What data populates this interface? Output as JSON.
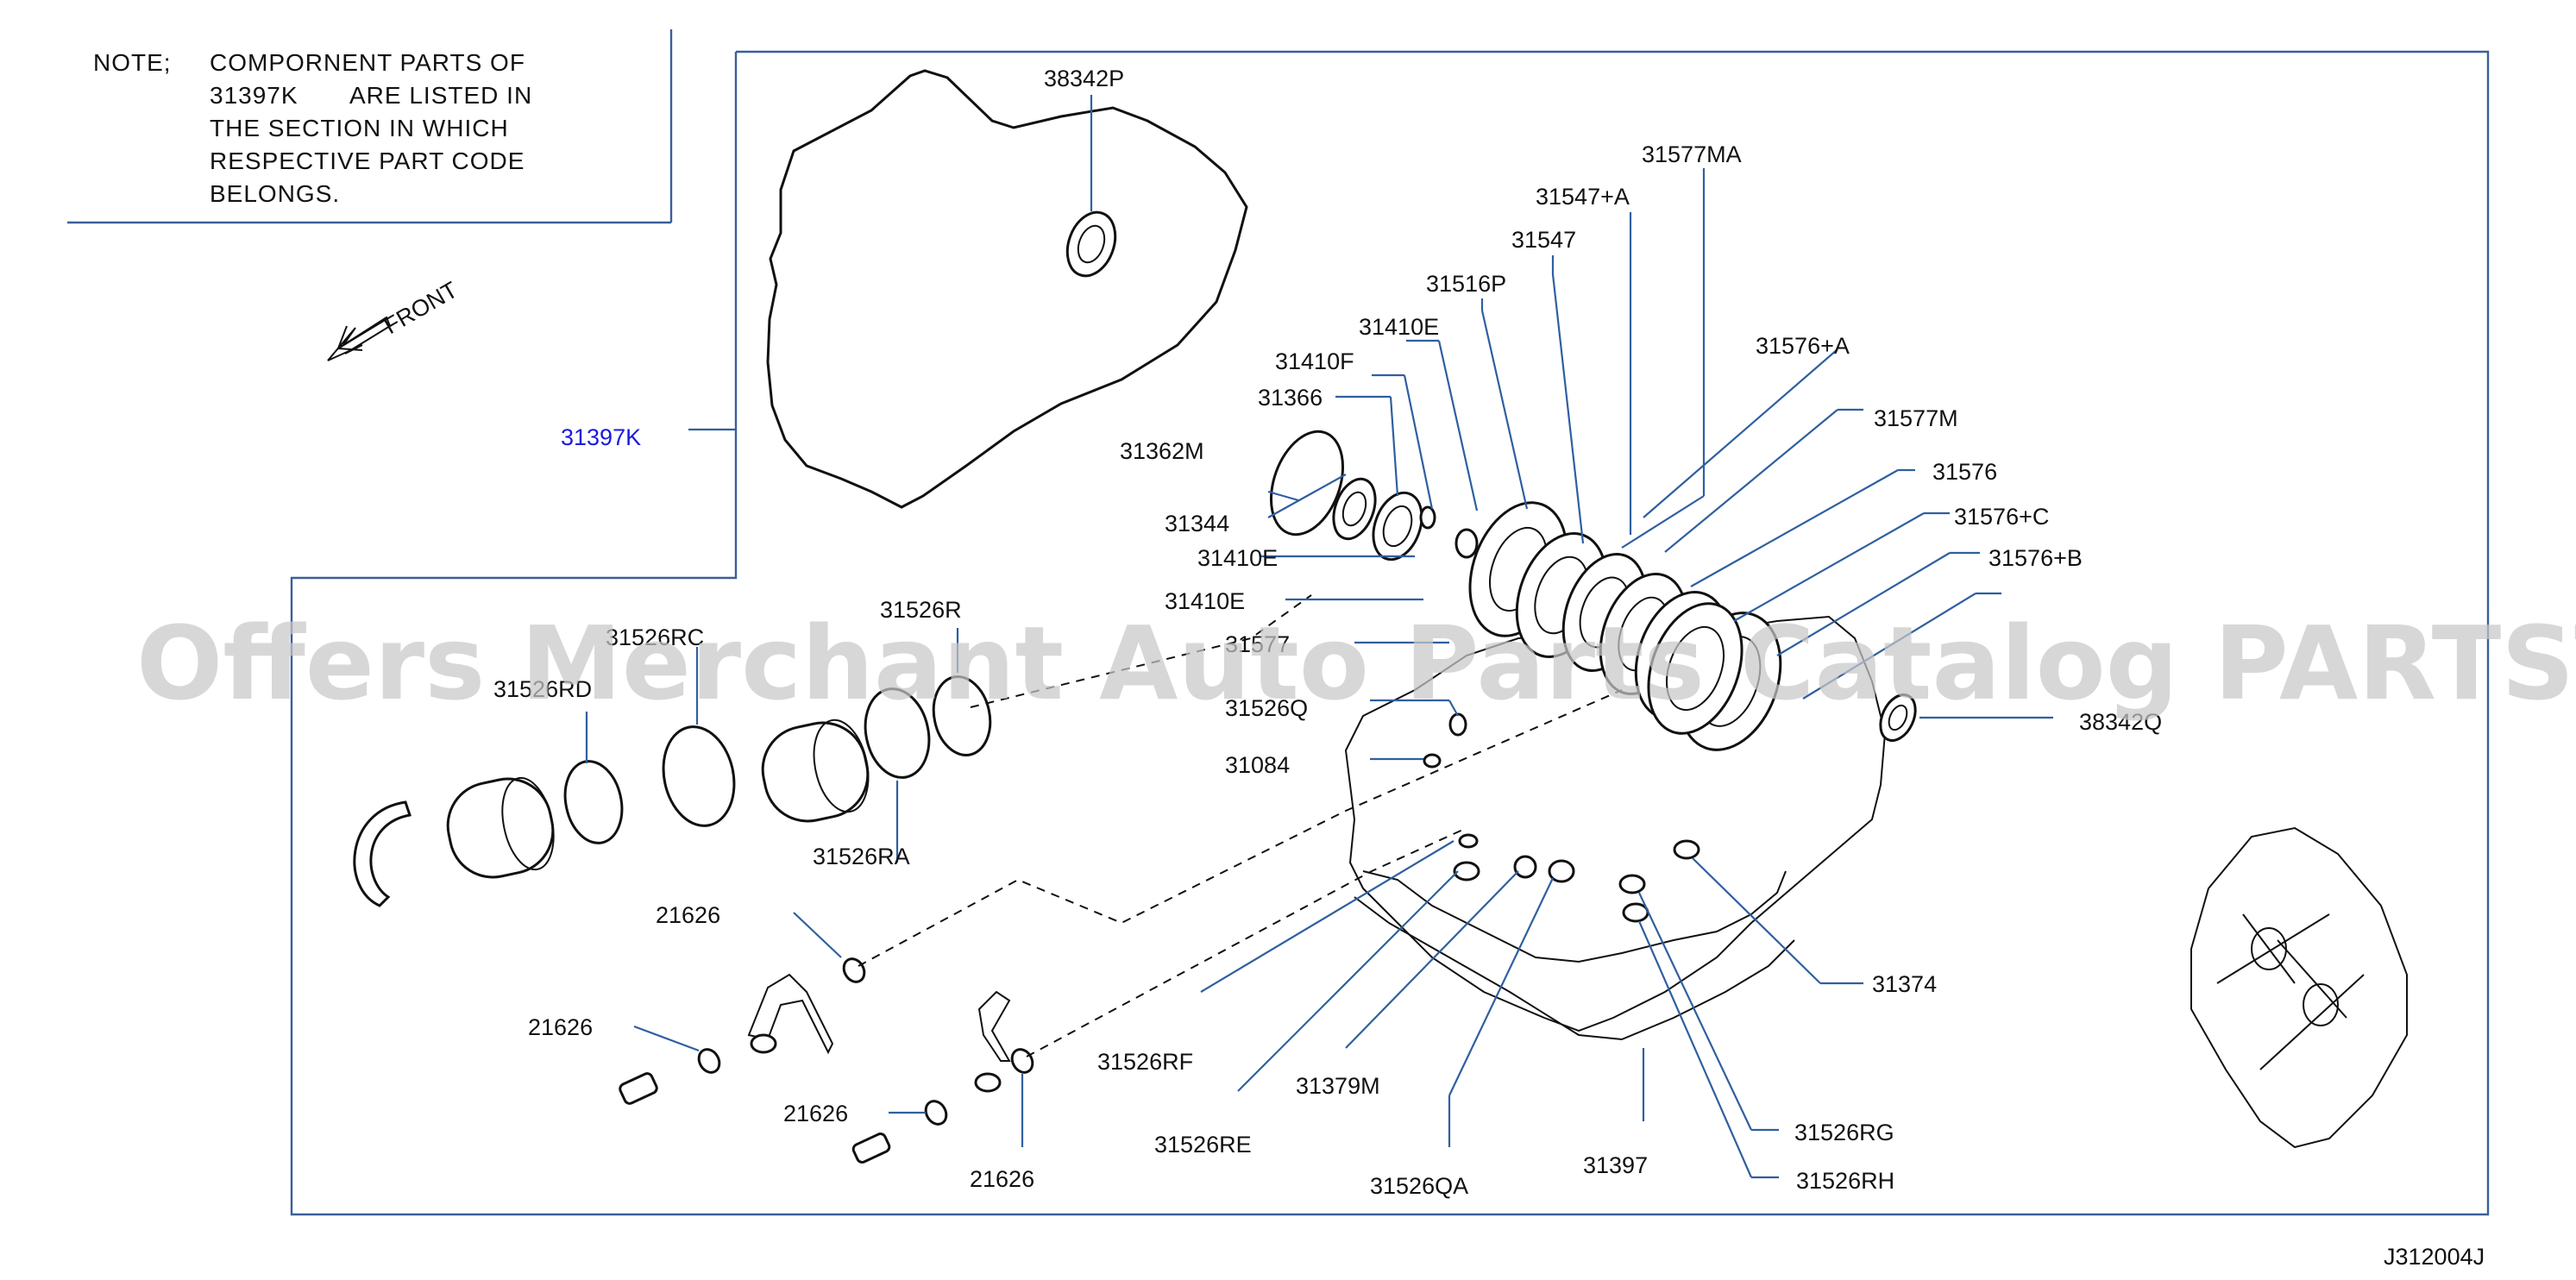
{
  "note": {
    "prefix": "NOTE;",
    "lines": [
      "COMPORNENT PARTS OF",
      "31397K",
      "ARE LISTED IN",
      "THE SECTION IN WHICH",
      "RESPECTIVE PART CODE",
      "BELONGS."
    ]
  },
  "front_label": "FRONT",
  "parts": {
    "p38342P": "38342P",
    "p31397K": "31397K",
    "p31577MA": "31577MA",
    "p31547A": "31547+A",
    "p31547": "31547",
    "p31516P": "31516P",
    "p31410E_1": "31410E",
    "p31410F": "31410F",
    "p31366": "31366",
    "p31362M": "31362M",
    "p31344": "31344",
    "p31410E_2": "31410E",
    "p31410E_3": "31410E",
    "p31576A": "31576+A",
    "p31577M": "31577M",
    "p31576": "31576",
    "p31576C": "31576+C",
    "p31576B": "31576+B",
    "p38342Q": "38342Q",
    "p31526RC": "31526RC",
    "p31526RD": "31526RD",
    "p31526R": "31526R",
    "p31526RA": "31526RA",
    "p31526Q": "31526Q",
    "p31084": "31084",
    "p31577": "31577",
    "p21626_1": "21626",
    "p21626_2": "21626",
    "p21626_3": "21626",
    "p21626_4": "21626",
    "p31526RF": "31526RF",
    "p31526RE": "31526RE",
    "p31379M": "31379M",
    "p31526QA": "31526QA",
    "p31397": "31397",
    "p31374": "31374",
    "p31526RG": "31526RG",
    "p31526RH": "31526RH"
  },
  "diagram_code": "J312004J",
  "watermark": "Offers Merchant Auto Parts Catalog PARTSTORE.SA",
  "colors": {
    "leader": "#2f5fa0",
    "frame": "#3a5f9c",
    "highlight_part": "#1a1adf",
    "watermark": "#c8c8c8"
  }
}
